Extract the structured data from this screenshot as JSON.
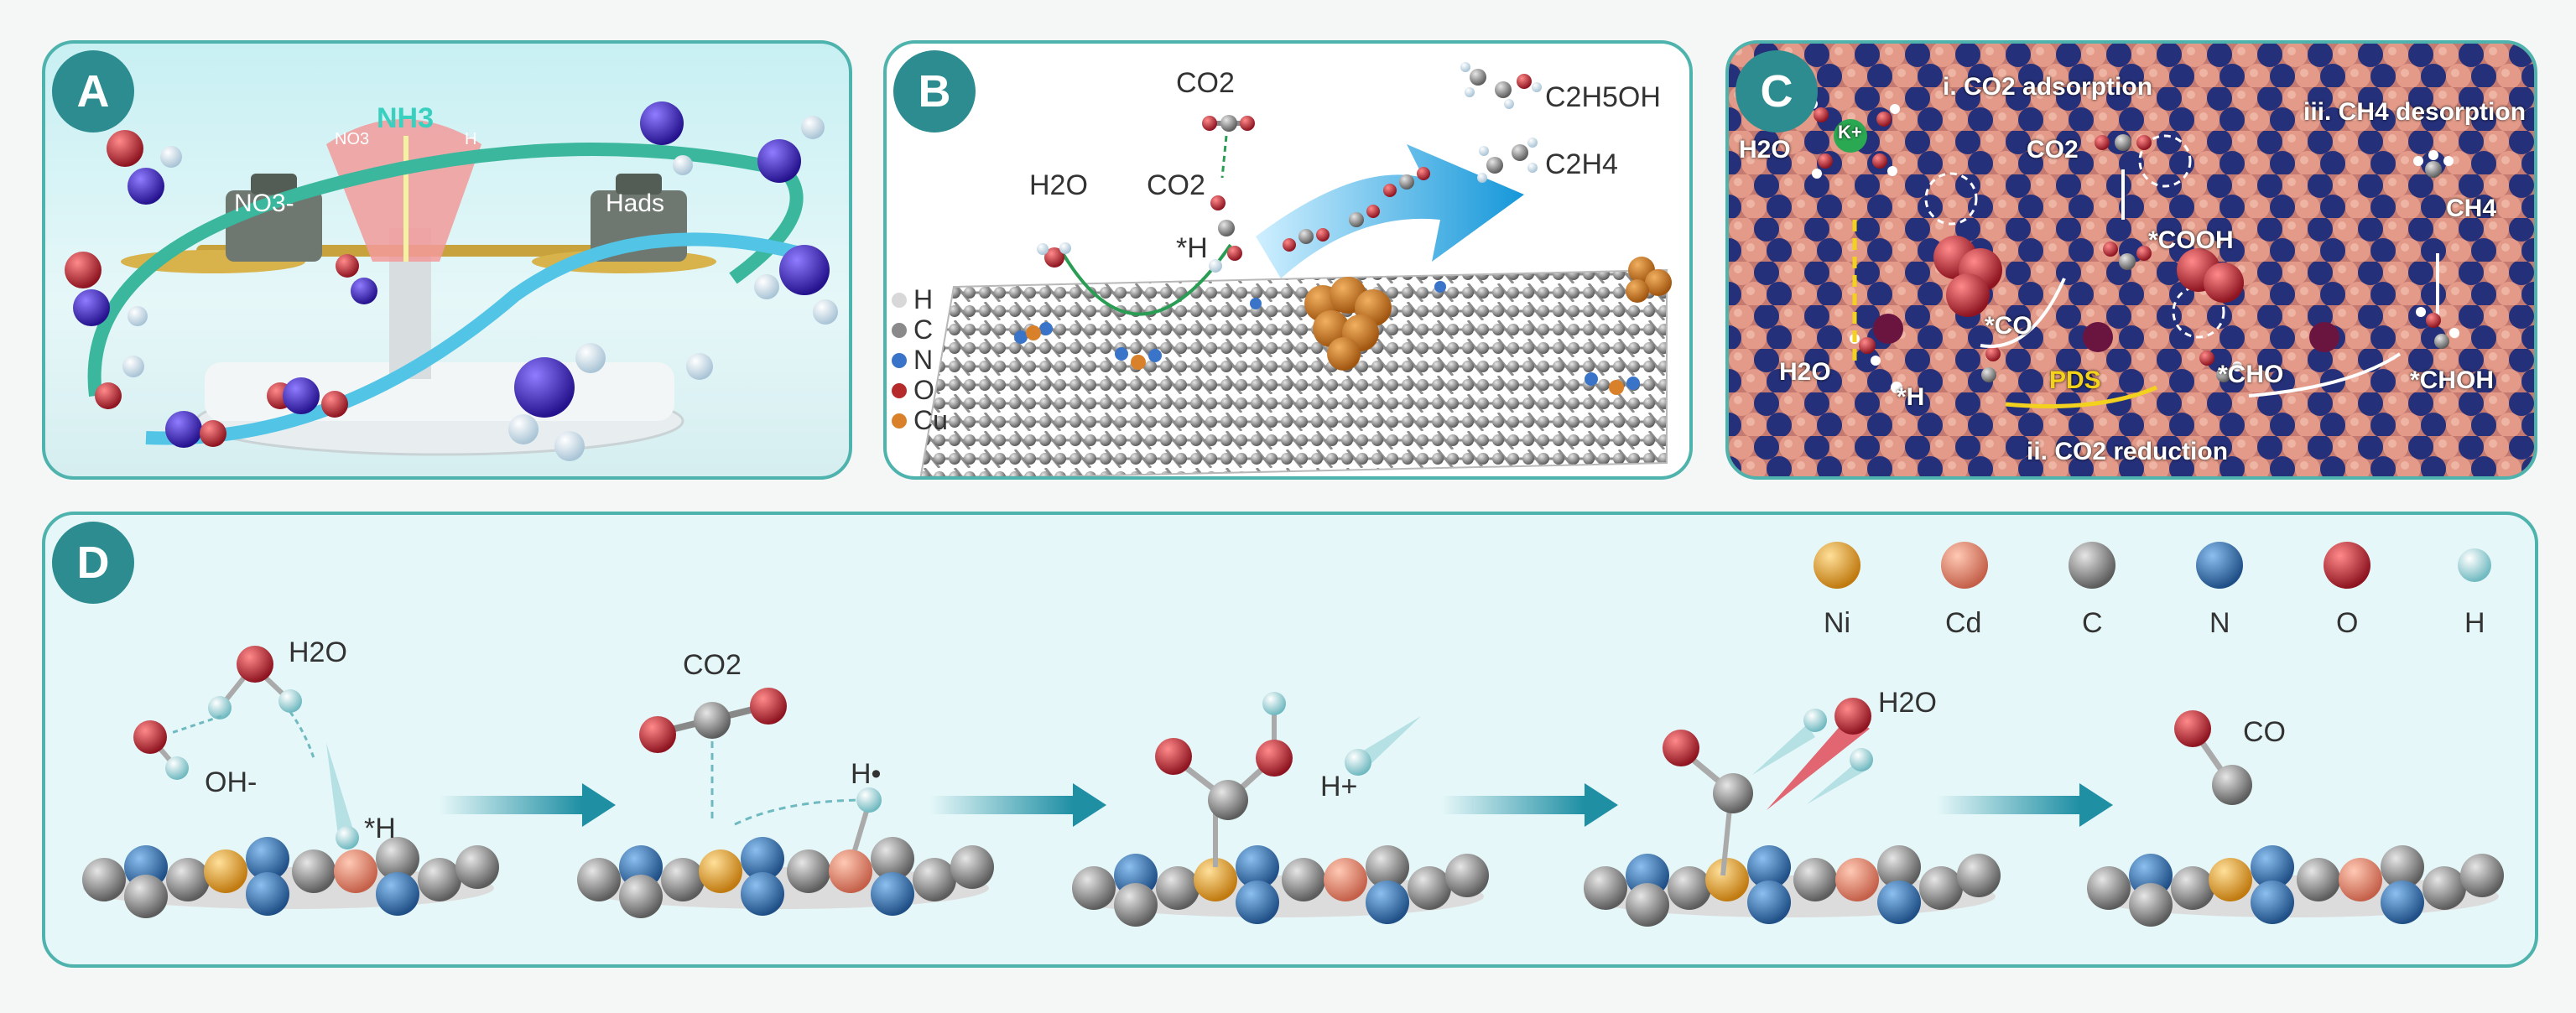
{
  "panels": {
    "a": {
      "badge": "A",
      "weights": {
        "left": "NO3-",
        "right": "Hads"
      },
      "gauge": {
        "center": "NH3",
        "left": "NO3",
        "right": "H"
      }
    },
    "b": {
      "badge": "B",
      "molecules": {
        "co2_top": "CO2",
        "co2_mid": "CO2",
        "h2o": "H2O",
        "h_ads": "*H",
        "ethanol": "C2H5OH",
        "ethylene": "C2H4"
      },
      "legend": [
        "H",
        "C",
        "N",
        "O",
        "Cu"
      ],
      "legend_colors": [
        "#d8d8d8",
        "#8a8a8a",
        "#3a74c9",
        "#b52a2a",
        "#d9812a"
      ]
    },
    "c": {
      "badge": "C",
      "labels": {
        "adsorption": "i. CO2 adsorption",
        "desorption": "iii. CH4 desorption",
        "reduction": "ii. CO2 reduction",
        "k": "K+",
        "h2o_top": "H2O",
        "co2": "CO2",
        "cooh": "*COOH",
        "ch4": "CH4",
        "co": "*CO",
        "h2o_bottom": "H2O",
        "h": "*H",
        "pds": "PDS",
        "cho": "*CHO",
        "choh": "*CHOH"
      }
    },
    "d": {
      "badge": "D",
      "legend": [
        {
          "label": "Ni",
          "color": "#e5a030"
        },
        {
          "label": "Cd",
          "color": "#e88a70"
        },
        {
          "label": "C",
          "color": "#7d7d7d"
        },
        {
          "label": "N",
          "color": "#2d6aa8"
        },
        {
          "label": "O",
          "color": "#c0303e"
        },
        {
          "label": "H",
          "color": "#9fd8dd"
        }
      ],
      "steps": {
        "h2o": "H2O",
        "oh": "OH-",
        "h_star": "*H",
        "co2": "CO2",
        "h_dot": "H•",
        "h_plus": "H+",
        "h2o_2": "H2O",
        "co": "CO"
      }
    }
  }
}
